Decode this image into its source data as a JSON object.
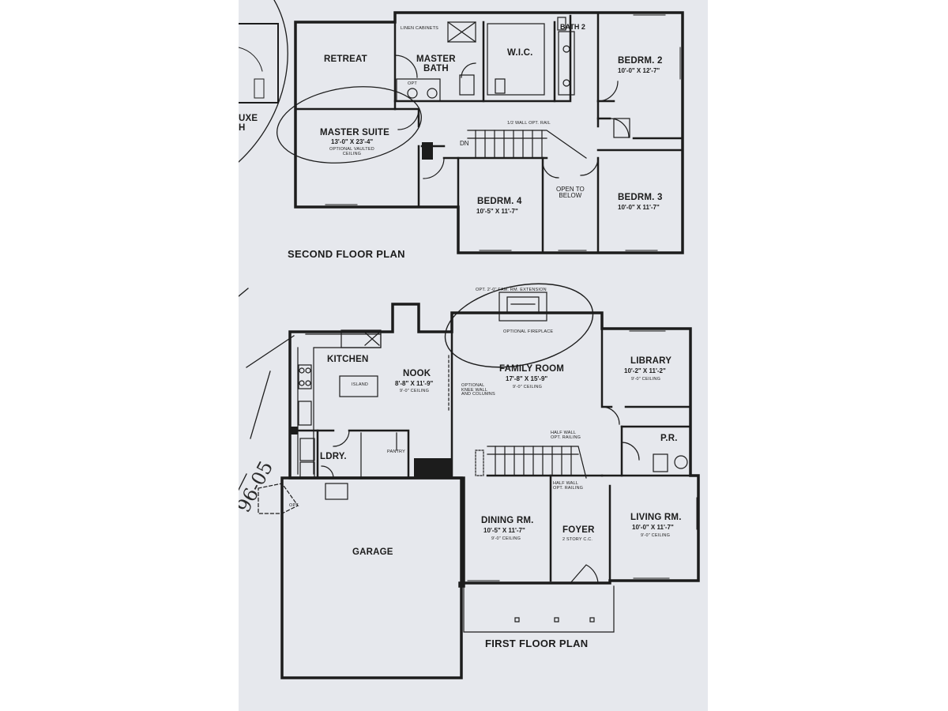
{
  "second_floor": {
    "title": "SECOND FLOOR PLAN",
    "rooms": {
      "retreat": "RETREAT",
      "master_bath": "MASTER\nBATH",
      "wic": "W.I.C.",
      "bath2": "BATH 2",
      "linen_cabinets": "LINEN CABINETS",
      "bedrm2": "BEDRM. 2",
      "bedrm2_dim": "10'-0\" X 12'-7\"",
      "master_suite": "MASTER SUITE",
      "master_suite_dim": "13'-0\" X 23'-4\"",
      "master_suite_note": "OPTIONAL VAULTED\nCEILING",
      "half_wall": "1/2 WALL OPT. RAIL",
      "dn": "DN",
      "bedrm4": "BEDRM. 4",
      "bedrm4_dim": "10'-5\" X 11'-7\"",
      "open_below": "OPEN TO\nBELOW",
      "bedrm3": "BEDRM. 3",
      "bedrm3_dim": "10'-0\" X 11'-7\"",
      "deluxe_fragment": "UXE\nH",
      "linen": "LINEN",
      "opt": "OPT"
    }
  },
  "first_floor": {
    "title": "FIRST FLOOR PLAN",
    "rooms": {
      "extension": "OPT. 2'-0\" FAM. RM. EXTENSION",
      "fireplace": "OPTIONAL FIREPLACE",
      "kitchen": "KITCHEN",
      "island": "ISLAND",
      "nook": "NOOK",
      "nook_dim": "8'-8\" X 11'-9\"",
      "nook_note": "9'-0\" CEILING",
      "optional_kneewall": "OPTIONAL\nKNEE WALL\nAND COLUMNS",
      "family_room": "FAMILY ROOM",
      "family_room_dim": "17'-8\" X 15'-9\"",
      "family_room_note": "9'-0\" CEILING",
      "library": "LIBRARY",
      "library_dim": "10'-2\" X 11'-2\"",
      "library_note": "9'-0\" CEILING",
      "pr": "P.R.",
      "half_wall_top": "HALF WALL\nOPT. RAILING",
      "half_wall_bottom": "HALF WALL\nOPT. RAILING",
      "ldry": "LDRY.",
      "pantry": "PANTRY",
      "opt": "OPT.",
      "dining": "DINING RM.",
      "dining_dim": "10'-5\" X 11'-7\"",
      "dining_note": "9'-0\" CEILING",
      "foyer": "FOYER",
      "foyer_note": "2 STORY C.C.",
      "living": "LIVING RM.",
      "living_dim": "10'-0\" X 11'-7\"",
      "living_note": "9'-0\" CEILING",
      "garage": "GARAGE"
    }
  },
  "handwriting": "96-05",
  "colors": {
    "paper": "#e6e8ed",
    "ink": "#1c1c1c",
    "outside": "#ffffff"
  }
}
